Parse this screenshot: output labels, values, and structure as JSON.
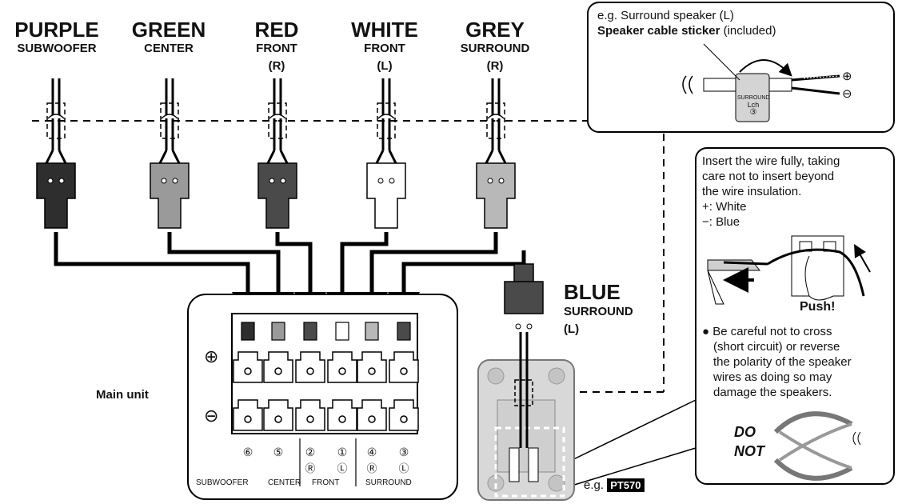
{
  "cables": [
    {
      "color": "PURPLE",
      "role": "SUBWOOFER",
      "side": "",
      "fill": "#2e2e2e"
    },
    {
      "color": "GREEN",
      "role": "CENTER",
      "side": "",
      "fill": "#9a9a9a"
    },
    {
      "color": "RED",
      "role": "FRONT",
      "side": "(R)",
      "fill": "#4a4a4a"
    },
    {
      "color": "WHITE",
      "role": "FRONT",
      "side": "(L)",
      "fill": "#ffffff"
    },
    {
      "color": "GREY",
      "role": "SURROUND",
      "side": "(R)",
      "fill": "#b8b8b8"
    }
  ],
  "blue_cable": {
    "color": "BLUE",
    "role": "SURROUND",
    "side": "(L)"
  },
  "top_panel": {
    "line1": "e.g. Surround speaker (L)",
    "line2_bold": "Speaker cable sticker",
    "line2_rest": " (included)",
    "sticker_line1": "SURROUND",
    "sticker_line2": "Lch",
    "sticker_num": "③",
    "plus": "⊕",
    "minus": "⊖"
  },
  "right_panel": {
    "lines": [
      "Insert the wire fully, taking",
      "care not to insert beyond",
      "the wire insulation."
    ],
    "plus_line": "+: White",
    "minus_line": "−: Blue",
    "push": "Push!",
    "caution": [
      "● Be careful not to cross",
      "(short circuit) or reverse",
      "the polarity of the speaker",
      "wires as doing so may",
      "damage the speakers."
    ],
    "do": "DO",
    "not": "NOT"
  },
  "main_unit": {
    "label": "Main unit",
    "plus": "⊕",
    "minus": "⊖",
    "terminal_fills": [
      "#2e2e2e",
      "#9a9a9a",
      "#4a4a4a",
      "#ffffff",
      "#b8b8b8",
      "#4a4a4a"
    ],
    "numbers": [
      "⑥",
      "⑤",
      "②",
      "①",
      "④",
      "③"
    ],
    "subs": [
      "",
      "",
      "Ⓡ",
      "Ⓛ",
      "Ⓡ",
      "Ⓛ"
    ],
    "group_labels": [
      "SUBWOOFER",
      "CENTER",
      "FRONT",
      "SURROUND"
    ]
  },
  "example": {
    "prefix": "e.g.",
    "model": "PT570"
  }
}
